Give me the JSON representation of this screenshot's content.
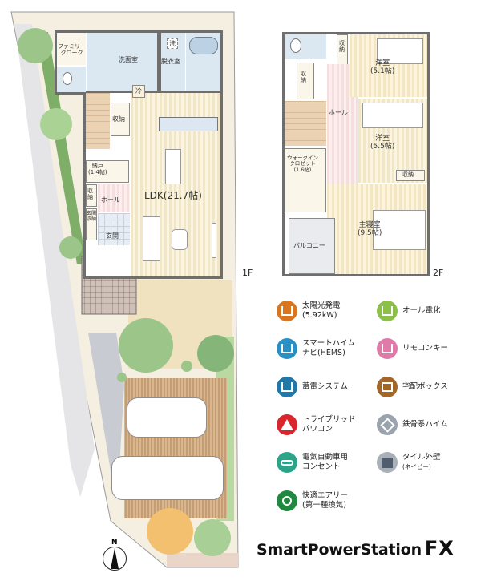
{
  "floor_1": {
    "tag": "1F",
    "rooms": {
      "family_cloak": "ファミリー\nクローク",
      "washroom": "洗面室",
      "dressing": "脱衣室",
      "laundry": "洗",
      "fridge": "冷",
      "storage_stairs": "収納",
      "pantry": "納戸\n(1.4帖)",
      "ldk": "LDK(21.7帖)",
      "storage_hall": "収\n納",
      "hall": "ホール",
      "entry_storage": "玄関\n収納",
      "entrance": "玄関"
    }
  },
  "floor_2": {
    "tag": "2F",
    "rooms": {
      "storage_top": "収\n納",
      "western_1": "洋室\n(5.1帖)",
      "storage_left": "収\n納",
      "hall": "ホール",
      "western_2": "洋室\n(5.5帖)",
      "walk_in_closet": "ウォークイン\nクロゼット\n(1.6帖)",
      "storage_right": "収納",
      "master_bedroom": "主寝室\n(9.5帖)",
      "balcony": "バルコニー"
    }
  },
  "compass": {
    "label": "N"
  },
  "legend": [
    {
      "icon": "solar-power-icon",
      "color": "#d9741f",
      "line1": "太陽光発電",
      "line2": "(5.92kW)"
    },
    {
      "icon": "all-electric-icon",
      "color": "#8dc04a",
      "line1": "オール電化",
      "line2": ""
    },
    {
      "icon": "smart-heim-navi-icon",
      "color": "#2a8fc4",
      "line1": "スマートハイム",
      "line2": "ナビ(HEMS)"
    },
    {
      "icon": "remote-key-icon",
      "color": "#e07aa9",
      "line1": "リモコンキー",
      "line2": ""
    },
    {
      "icon": "battery-system-icon",
      "color": "#1f78a8",
      "line1": "蓄電システム",
      "line2": ""
    },
    {
      "icon": "delivery-box-icon",
      "color": "#a2662a",
      "line1": "宅配ボックス",
      "line2": ""
    },
    {
      "icon": "tribrid-power-conditioner-icon",
      "color": "#d9262c",
      "line1": "トライブリッド",
      "line2": "パワコン"
    },
    {
      "icon": "steel-frame-heim-icon",
      "color": "#9aa3ae",
      "line1": "鉄骨系ハイム",
      "line2": ""
    },
    {
      "icon": "ev-outlet-icon",
      "color": "#2ba58a",
      "line1": "電気自動車用",
      "line2": "コンセント"
    },
    {
      "icon": "tile-exterior-icon",
      "color": "#a9b0b8",
      "line1": "タイル外壁",
      "line2": "(ネイビー)"
    },
    {
      "icon": "comfort-airy-icon",
      "color": "#1f8a3f",
      "line1": "快適エアリー",
      "line2": "(第一種換気)"
    }
  ],
  "brand": {
    "name": "SmartPowerStation",
    "suffix": "FX"
  }
}
